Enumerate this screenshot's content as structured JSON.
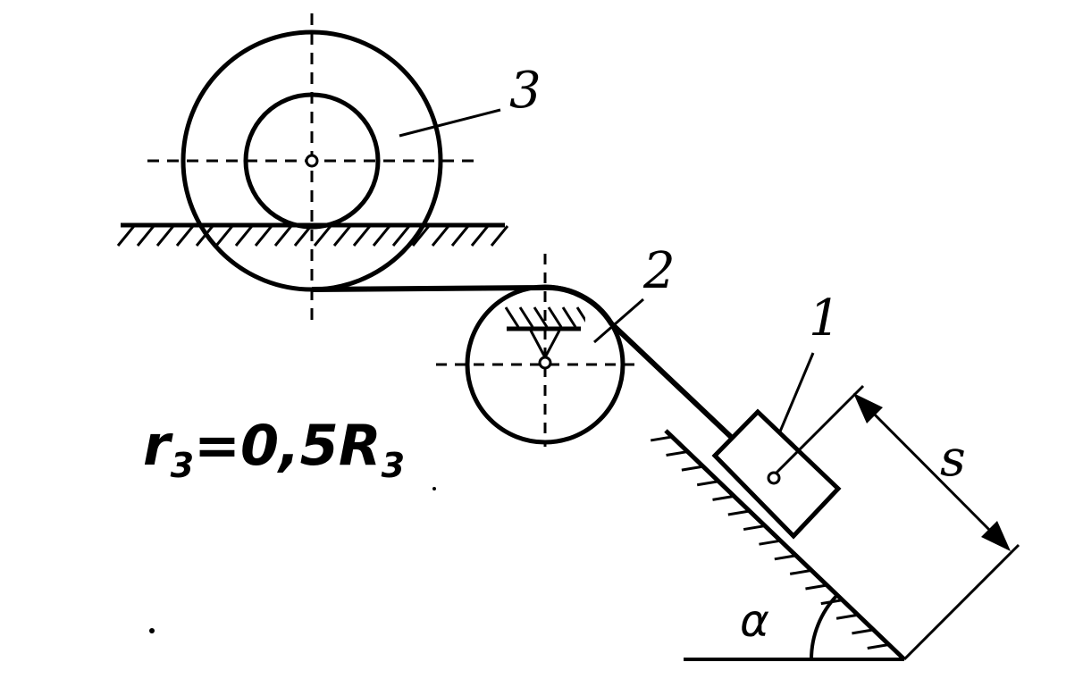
{
  "labels": {
    "body1": "1",
    "body2": "2",
    "body3": "3",
    "displacement": "s",
    "angle": "α"
  },
  "formula": {
    "r": "r",
    "r_sub": "3",
    "eq": "=0,5R",
    "R_sub": "3"
  },
  "colors": {
    "ink": "#000000",
    "background": "#ffffff"
  }
}
